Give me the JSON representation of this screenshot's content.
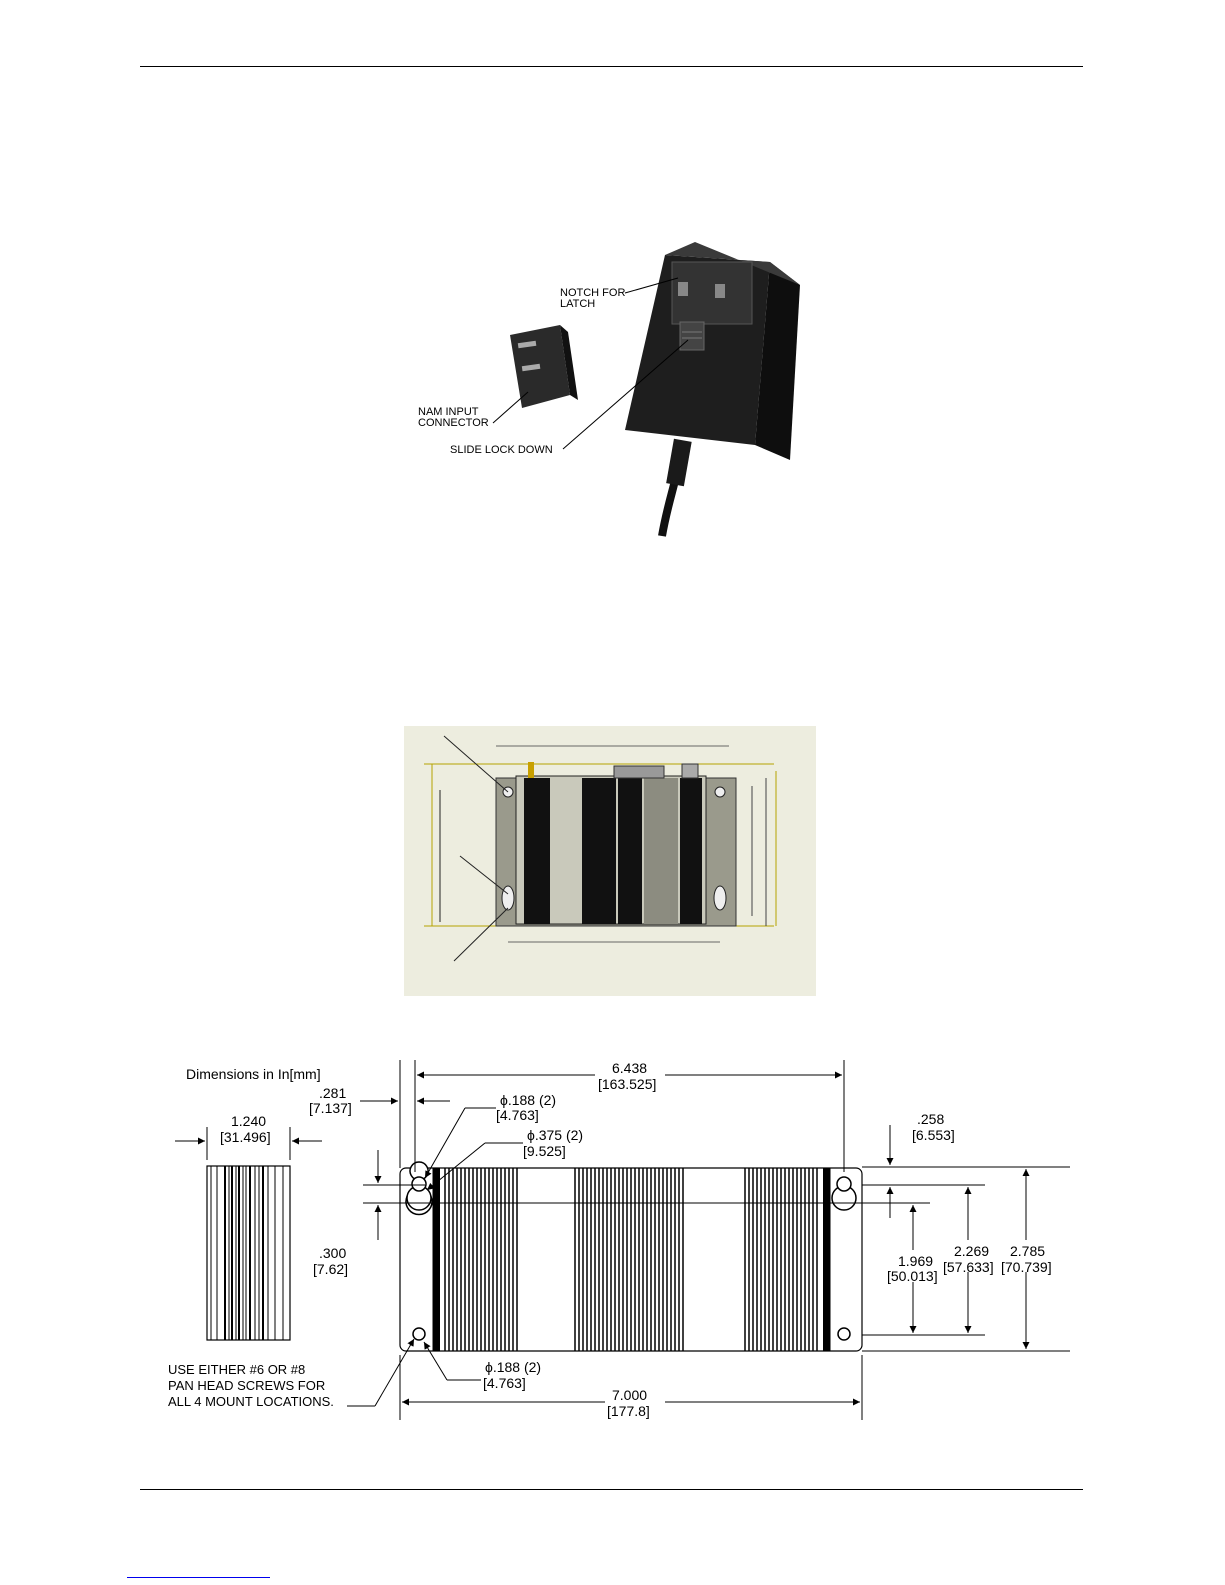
{
  "adapter_figure": {
    "notch_label": [
      "NOTCH FOR",
      "LATCH"
    ],
    "connector_label": [
      "NAM INPUT",
      "CONNECTOR"
    ],
    "slide_label": "SLIDE LOCK DOWN"
  },
  "drawing": {
    "units_note": "Dimensions in In[mm]",
    "side_width": [
      "1.240",
      "[31.496]"
    ],
    "offset_281": [
      ".281",
      "[7.137]"
    ],
    "overall_width": [
      "6.438",
      "[163.525]"
    ],
    "hole_small": [
      "ϕ.188  (2)",
      "[4.763]"
    ],
    "hole_large": [
      "ϕ.375  (2)",
      "[9.525]"
    ],
    "top_258": [
      ".258",
      "[6.553]"
    ],
    "slot_300": [
      ".300",
      "[7.62]"
    ],
    "h_1969": [
      "1.969",
      "[50.013]"
    ],
    "h_2269": [
      "2.269",
      "[57.633]"
    ],
    "h_2785": [
      "2.785",
      "[70.739]"
    ],
    "hole_small_bottom": [
      "ϕ.188  (2)",
      "[4.763]"
    ],
    "total_7000": [
      "7.000",
      "[177.8]"
    ],
    "screw_note": [
      "USE EITHER #6 OR #8",
      "PAN HEAD SCREWS FOR",
      "ALL 4 MOUNT LOCATIONS."
    ]
  }
}
